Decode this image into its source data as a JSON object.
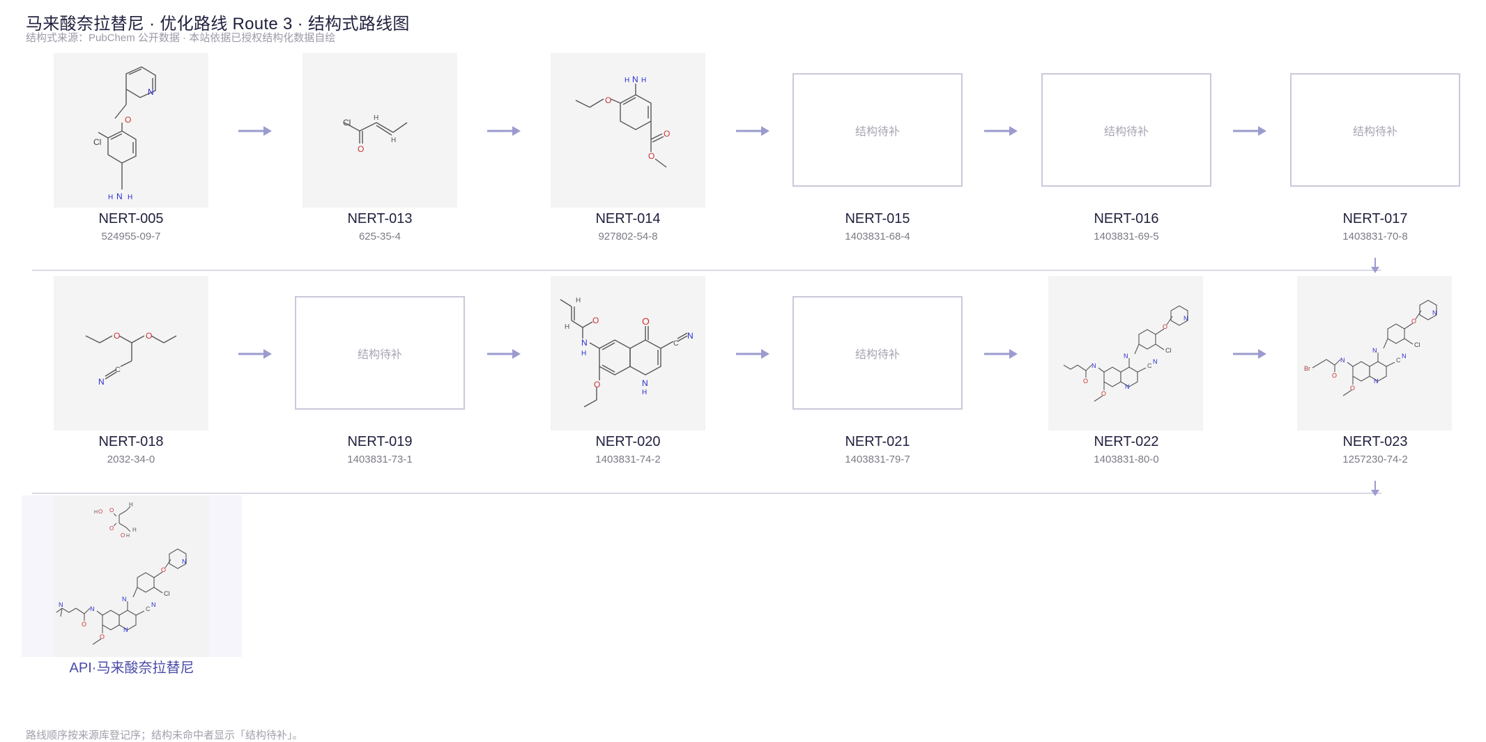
{
  "header": {
    "title": "马来酸奈拉替尼 · 优化路线 Route 3 · 结构式路线图",
    "subtitle": "结构式来源：PubChem 公开数据 · 本站依据已授权结构化数据自绘"
  },
  "placeholder_text": "结构待补",
  "rows": [
    [
      {
        "code": "NERT-005",
        "cas": "524955-09-7",
        "structure": "available"
      },
      {
        "code": "NERT-013",
        "cas": "625-35-4",
        "structure": "available"
      },
      {
        "code": "NERT-014",
        "cas": "927802-54-8",
        "structure": "available"
      },
      {
        "code": "NERT-015",
        "cas": "1403831-68-4",
        "structure": "missing"
      },
      {
        "code": "NERT-016",
        "cas": "1403831-69-5",
        "structure": "missing"
      },
      {
        "code": "NERT-017",
        "cas": "1403831-70-8",
        "structure": "missing"
      }
    ],
    [
      {
        "code": "NERT-018",
        "cas": "2032-34-0",
        "structure": "available"
      },
      {
        "code": "NERT-019",
        "cas": "1403831-73-1",
        "structure": "missing"
      },
      {
        "code": "NERT-020",
        "cas": "1403831-74-2",
        "structure": "available"
      },
      {
        "code": "NERT-021",
        "cas": "1403831-79-7",
        "structure": "missing"
      },
      {
        "code": "NERT-022",
        "cas": "1403831-80-0",
        "structure": "available"
      },
      {
        "code": "NERT-023",
        "cas": "1257230-74-2",
        "structure": "available"
      }
    ]
  ],
  "api": {
    "label": "API·马来酸奈拉替尼"
  },
  "atoms": {
    "cl": "Cl",
    "n": "N",
    "h": "H",
    "o": "O",
    "br": "Br",
    "c": "C",
    "nh": "NH"
  },
  "footnote": "路线顺序按来源库登记序；结构未命中者显示「结构待补」。",
  "colors": {
    "title": "#1f1f3d",
    "arrow": "#9b9bcf",
    "placeholder_border": "#c9c9da",
    "thumb_bg": "#f4f4f4",
    "api_label": "#4a4aa8",
    "atom_o": "#c83232",
    "atom_n": "#2a2ad0",
    "atom_cl": "#404040"
  }
}
